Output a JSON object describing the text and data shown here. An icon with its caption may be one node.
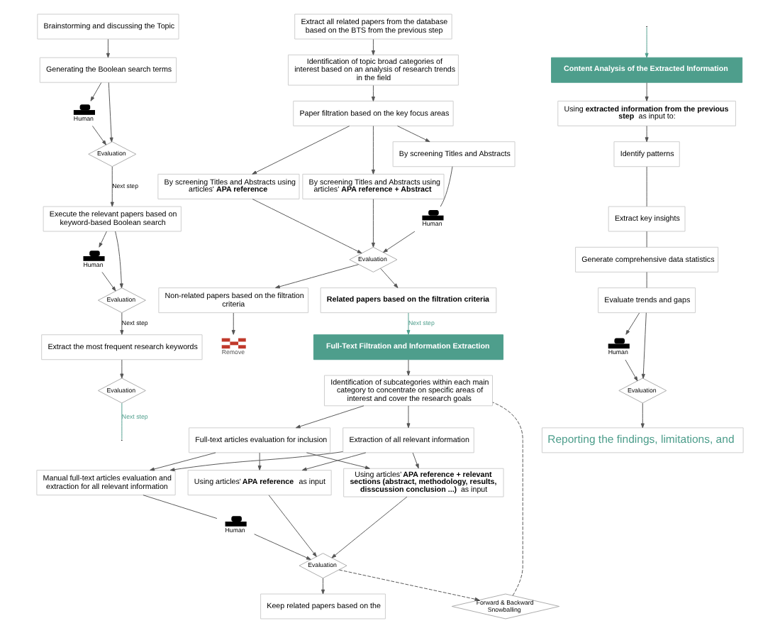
{
  "diagram": {
    "nodes": [
      {
        "text": [
          "Brainstorming and discussing the Topic"
        ]
      },
      {
        "text": [
          "Generating the Boolean search terms"
        ]
      },
      {
        "text": [
          "Human"
        ]
      },
      {
        "text": [
          "Evaluation"
        ]
      },
      {
        "text": [
          "Execute the relevant papers based on keyword-based Boolean search"
        ]
      },
      {
        "text": [
          "Human"
        ]
      },
      {
        "text": [
          "Evaluation"
        ]
      },
      {
        "text": [
          "Extract the most frequent research keywords"
        ]
      },
      {
        "text": [
          "Evaluation"
        ]
      },
      {
        "text": [
          "Extract all related papers from the database based on the BTS from the previous step"
        ]
      },
      {
        "text": [
          "Identification of topic broad categories of interest based on an analysis of research trends in the field"
        ]
      },
      {
        "text": [
          "Paper filtration based on the key focus areas"
        ]
      },
      {
        "text": [
          "By screening Titles and Abstracts using articles' **APA reference**"
        ]
      },
      {
        "text": [
          "By screening Titles and Abstracts using articles' **APA reference + Abstract**"
        ]
      },
      {
        "text": [
          "By screening Titles and Abstracts"
        ]
      },
      {
        "text": [
          "Human"
        ]
      },
      {
        "text": [
          "Evaluation"
        ]
      },
      {
        "text": [
          "Non-related papers based on the filtration criteria"
        ]
      },
      {
        "text": [
          "Related papers based on the filtration criteria"
        ]
      },
      {
        "text": [
          "Remove"
        ]
      },
      {
        "text": [
          "Full-Text Filtration and Information Extraction"
        ]
      },
      {
        "text": [
          "Identification of subcategories within each main category to concentrate on specific areas of interest and cover the research goals"
        ]
      },
      {
        "text": [
          "Extraction of all relevant information"
        ]
      },
      {
        "text": [
          "Full-text articles evaluation for inclusion"
        ]
      },
      {
        "text": [
          "Using articles' **APA reference** as input"
        ]
      },
      {
        "text": [
          "Using articles' **APA reference + relevant sections (abstract, methodology, results, disscussion conclusion ...)** as input"
        ]
      },
      {
        "text": [
          "Manual full-text articles evaluation and extraction for all relevant information"
        ]
      },
      {
        "text": [
          "Human"
        ]
      },
      {
        "text": [
          "Evaluation"
        ]
      },
      {
        "text": [
          "Forward & Backward Snowballing"
        ]
      },
      {
        "text": [
          "Keep related papers based on the"
        ]
      },
      {
        "text": [
          "Content Analysis of the Extracted Information"
        ]
      },
      {
        "text": [
          "Using **extracted information from the previous step** as input to:"
        ]
      },
      {
        "text": [
          "Identify patterns"
        ]
      },
      {
        "text": [
          "Extract key insights"
        ]
      },
      {
        "text": [
          "Generate comprehensive data statistics"
        ]
      },
      {
        "text": [
          "Evaluate trends and gaps"
        ]
      },
      {
        "text": [
          "Human"
        ]
      },
      {
        "text": [
          "Evaluation"
        ]
      },
      {
        "text": [
          "Reporting the findings, limitations, and"
        ]
      }
    ],
    "edges": [
      {
        "from": 0,
        "to": 1,
        "arrow": "to"
      },
      {
        "from": 1,
        "to": 2,
        "arrow": "to"
      },
      {
        "from": 1,
        "to": 3,
        "arrow": "to"
      },
      {
        "from": 2,
        "to": 3,
        "arrow": "to"
      },
      {
        "from": 3,
        "to": 4,
        "arrow": "to",
        "label": "Next step"
      },
      {
        "from": 4,
        "to": 5,
        "arrow": "to"
      },
      {
        "from": 4,
        "to": 6,
        "arrow": "to"
      },
      {
        "from": 5,
        "to": 6,
        "arrow": "to"
      },
      {
        "from": 6,
        "to": 7,
        "arrow": "to",
        "label": "Next step"
      },
      {
        "from": 7,
        "to": 8,
        "arrow": "to"
      },
      {
        "from": 8,
        "to": null,
        "arrow": "none",
        "label": "Next step",
        "color": "#4e9e8c"
      },
      {
        "from": 9,
        "to": 10,
        "arrow": "to"
      },
      {
        "from": 10,
        "to": 11,
        "arrow": "to"
      },
      {
        "from": 11,
        "to": 12,
        "arrow": "to"
      },
      {
        "from": 11,
        "to": 13,
        "arrow": "to"
      },
      {
        "from": 11,
        "to": 14,
        "arrow": "to"
      },
      {
        "from": 12,
        "to": 16,
        "arrow": "to"
      },
      {
        "from": 13,
        "to": 16,
        "arrow": "to"
      },
      {
        "from": 14,
        "to": 15,
        "arrow": "none"
      },
      {
        "from": 15,
        "to": 16,
        "arrow": "to"
      },
      {
        "from": 16,
        "to": 17,
        "arrow": "to"
      },
      {
        "from": 16,
        "to": 18,
        "arrow": "to"
      },
      {
        "from": 17,
        "to": 19,
        "arrow": "to"
      },
      {
        "from": 18,
        "to": 20,
        "arrow": "to",
        "label": "Next step",
        "color": "#4e9e8c"
      },
      {
        "from": 20,
        "to": 21,
        "arrow": "to"
      },
      {
        "from": 21,
        "to": 22,
        "arrow": "to"
      },
      {
        "from": 21,
        "to": 23,
        "arrow": "to"
      },
      {
        "from": 22,
        "to": 24,
        "arrow": "to"
      },
      {
        "from": 22,
        "to": 25,
        "arrow": "to"
      },
      {
        "from": 22,
        "to": 26,
        "arrow": "to"
      },
      {
        "from": 23,
        "to": 24,
        "arrow": "to"
      },
      {
        "from": 23,
        "to": 25,
        "arrow": "to"
      },
      {
        "from": 23,
        "to": 26,
        "arrow": "to"
      },
      {
        "from": 24,
        "to": 28,
        "arrow": "to"
      },
      {
        "from": 25,
        "to": 28,
        "arrow": "to"
      },
      {
        "from": 26,
        "to": 27,
        "arrow": "none"
      },
      {
        "from": 27,
        "to": 28,
        "arrow": "to"
      },
      {
        "from": 28,
        "to": 30,
        "arrow": "to"
      },
      {
        "from": 28,
        "to": 29,
        "arrow": "to",
        "style": "dashed"
      },
      {
        "from": 29,
        "to": 21,
        "arrow": "none",
        "style": "dashed"
      },
      {
        "from": null,
        "to": 31,
        "arrow": "to",
        "color": "#4e9e8c"
      },
      {
        "from": 31,
        "to": 32,
        "arrow": "to"
      },
      {
        "from": 32,
        "to": 33,
        "arrow": "to"
      },
      {
        "from": 33,
        "to": 34,
        "arrow": "none"
      },
      {
        "from": 34,
        "to": 35,
        "arrow": "none"
      },
      {
        "from": 35,
        "to": 36,
        "arrow": "none"
      },
      {
        "from": 36,
        "to": 37,
        "arrow": "to"
      },
      {
        "from": 36,
        "to": 38,
        "arrow": "to"
      },
      {
        "from": 37,
        "to": 38,
        "arrow": "to"
      },
      {
        "from": 38,
        "to": 39,
        "arrow": "to"
      }
    ]
  }
}
